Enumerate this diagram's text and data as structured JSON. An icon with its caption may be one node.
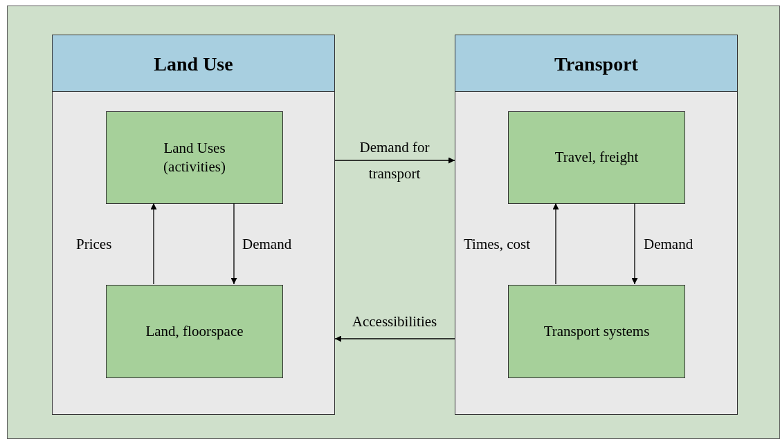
{
  "diagram": {
    "nodes": [
      {
        "text": [
          "Land Use"
        ]
      },
      {
        "text": [
          "Land Uses (activities)"
        ],
        "in": 0
      },
      {
        "text": [
          "Land, floorspace"
        ],
        "in": 0
      },
      {
        "text": [
          "Transport"
        ]
      },
      {
        "text": [
          "Travel, freight"
        ],
        "in": 3
      },
      {
        "text": [
          "Transport systems"
        ],
        "in": 3
      }
    ],
    "edges": [
      {
        "from": 2,
        "to": 1,
        "arrow": "to",
        "label": "Prices"
      },
      {
        "from": 1,
        "to": 2,
        "arrow": "to",
        "label": "Demand"
      },
      {
        "from": 0,
        "to": 3,
        "arrow": "to",
        "label": "Demand for transport"
      },
      {
        "from": 5,
        "to": 4,
        "arrow": "to",
        "label": "Times, cost"
      },
      {
        "from": 4,
        "to": 5,
        "arrow": "to",
        "label": "Demand"
      },
      {
        "from": 3,
        "to": 0,
        "arrow": "to",
        "label": "Accessibilities"
      }
    ]
  }
}
